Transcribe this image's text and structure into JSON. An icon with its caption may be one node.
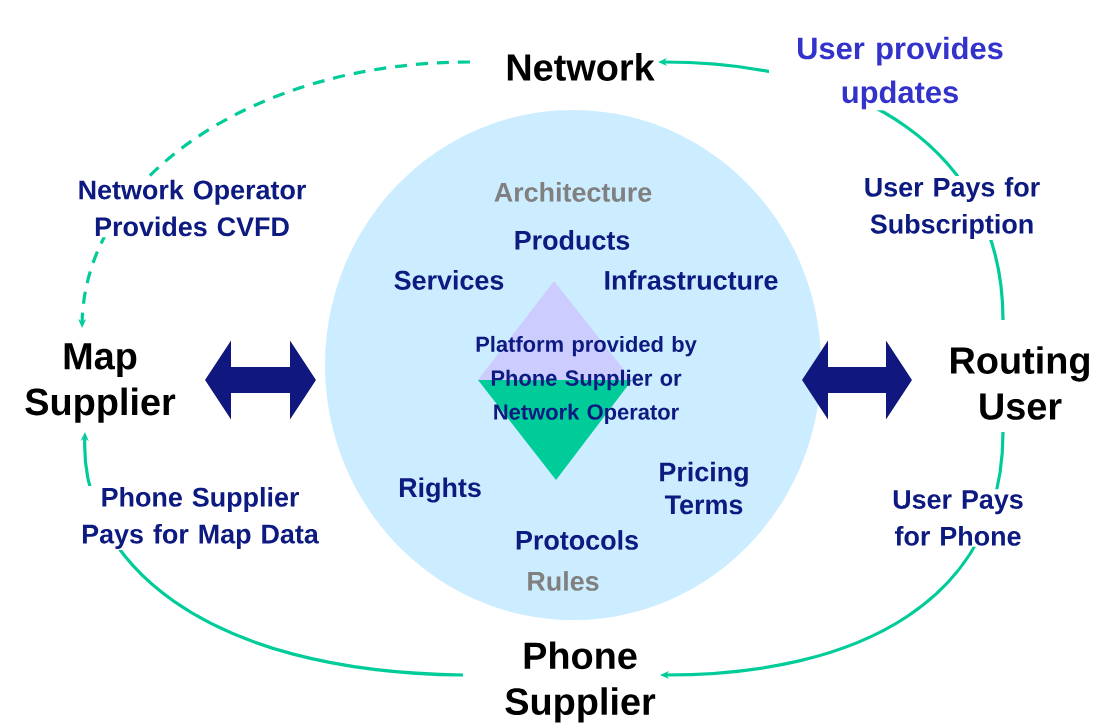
{
  "diagram": {
    "nodes": [
      {
        "text": [
          "Network"
        ]
      },
      {
        "text": [
          "Map Supplier"
        ]
      },
      {
        "text": [
          "Routing User"
        ]
      },
      {
        "text": [
          "Phone Supplier"
        ]
      },
      {
        "text": [
          "Architecture",
          "Products",
          "Services",
          "Infrastructure",
          "Rights",
          "Pricing Terms",
          "Protocols",
          "Rules"
        ]
      },
      {
        "text": [
          "Platform provided by Phone Supplier or Network Operator"
        ],
        "in": 4
      }
    ],
    "edges": [
      {
        "from": 0,
        "to": 1,
        "arrow": "to",
        "style": "dashed",
        "label": "Network Operator Provides CVFD"
      },
      {
        "from": 2,
        "to": 0,
        "arrow": "to",
        "label": "User Pays for Subscription"
      },
      {
        "from": 2,
        "to": 3,
        "arrow": "to",
        "label": "User Pays for Phone"
      },
      {
        "from": 3,
        "to": 1,
        "arrow": "to",
        "label": "Phone Supplier Pays for Map Data"
      },
      {
        "from": 1,
        "to": 4,
        "arrow": "both",
        "style": "thick",
        "color": "#101880"
      },
      {
        "from": 2,
        "to": 4,
        "arrow": "both",
        "style": "thick",
        "color": "#101880"
      }
    ],
    "labels": [
      "User provides updates"
    ]
  }
}
